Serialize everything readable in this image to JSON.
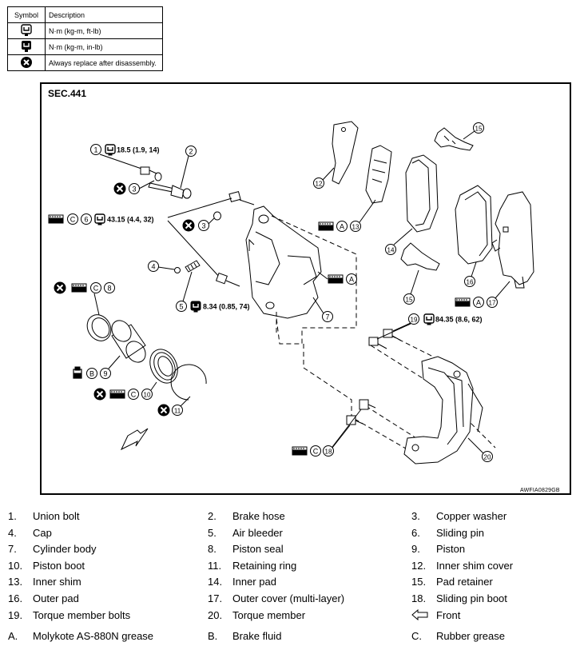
{
  "symbol_table": {
    "header_symbol": "Symbol",
    "header_description": "Description",
    "rows": [
      {
        "icon": "torque-wrench-icon",
        "description": "N·m (kg-m, ft-lb)"
      },
      {
        "icon": "torque-wrench-filled-icon",
        "description": "N·m (kg-m, in-lb)"
      },
      {
        "icon": "always-replace-icon",
        "description": "Always replace after disassembly."
      }
    ]
  },
  "diagram": {
    "section": "SEC.441",
    "figure_id": "AWFIA0829GB",
    "torques": {
      "t1": "18.5 (1.9, 14)",
      "t6": "43.15 (4.4, 32)",
      "t5": "8.34 (0.85, 74)",
      "t19": "84.35 (8.6, 62)"
    },
    "callouts": [
      "1",
      "2",
      "3",
      "3",
      "6",
      "4",
      "5",
      "8",
      "9",
      "10",
      "11",
      "12",
      "13",
      "14",
      "15",
      "15",
      "16",
      "17",
      "18",
      "19",
      "20",
      "7"
    ],
    "letters": [
      "A",
      "A",
      "A",
      "B",
      "C",
      "C",
      "C",
      "C"
    ]
  },
  "legend": {
    "items": [
      {
        "num": "1.",
        "label": "Union bolt"
      },
      {
        "num": "2.",
        "label": "Brake hose"
      },
      {
        "num": "3.",
        "label": "Copper washer"
      },
      {
        "num": "4.",
        "label": "Cap"
      },
      {
        "num": "5.",
        "label": "Air bleeder"
      },
      {
        "num": "6.",
        "label": "Sliding pin"
      },
      {
        "num": "7.",
        "label": "Cylinder body"
      },
      {
        "num": "8.",
        "label": "Piston seal"
      },
      {
        "num": "9.",
        "label": "Piston"
      },
      {
        "num": "10.",
        "label": "Piston boot"
      },
      {
        "num": "11.",
        "label": "Retaining ring"
      },
      {
        "num": "12.",
        "label": "Inner shim cover"
      },
      {
        "num": "13.",
        "label": "Inner shim"
      },
      {
        "num": "14.",
        "label": "Inner pad"
      },
      {
        "num": "15.",
        "label": "Pad retainer"
      },
      {
        "num": "16.",
        "label": "Outer pad"
      },
      {
        "num": "17.",
        "label": "Outer cover (multi-layer)"
      },
      {
        "num": "18.",
        "label": "Sliding pin boot"
      },
      {
        "num": "19.",
        "label": "Torque member bolts"
      },
      {
        "num": "20.",
        "label": "Torque member"
      },
      {
        "num": "arrow-left-icon",
        "label": "Front"
      },
      {
        "num": "A.",
        "label": "Molykote AS-880N grease"
      },
      {
        "num": "B.",
        "label": "Brake fluid"
      },
      {
        "num": "C.",
        "label": "Rubber grease"
      }
    ]
  }
}
